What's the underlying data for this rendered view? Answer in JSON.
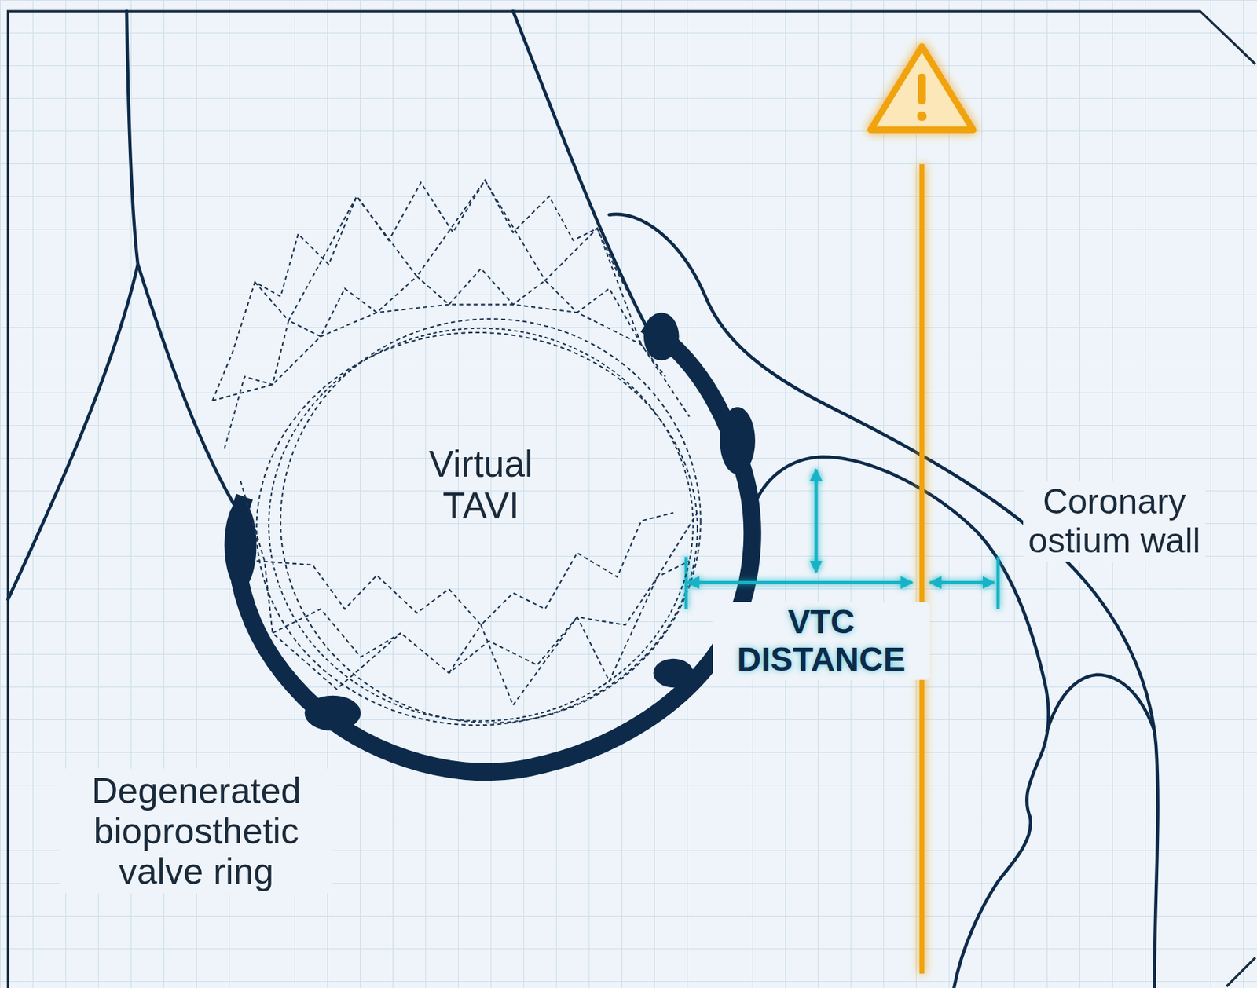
{
  "diagram": {
    "nodes": [
      {
        "text": [
          "Virtual TAVI"
        ]
      }
    ],
    "labels": [
      "VTC DISTANCE",
      "Coronary ostium wall",
      "Degenerated bioprosthetic valve ring"
    ]
  }
}
